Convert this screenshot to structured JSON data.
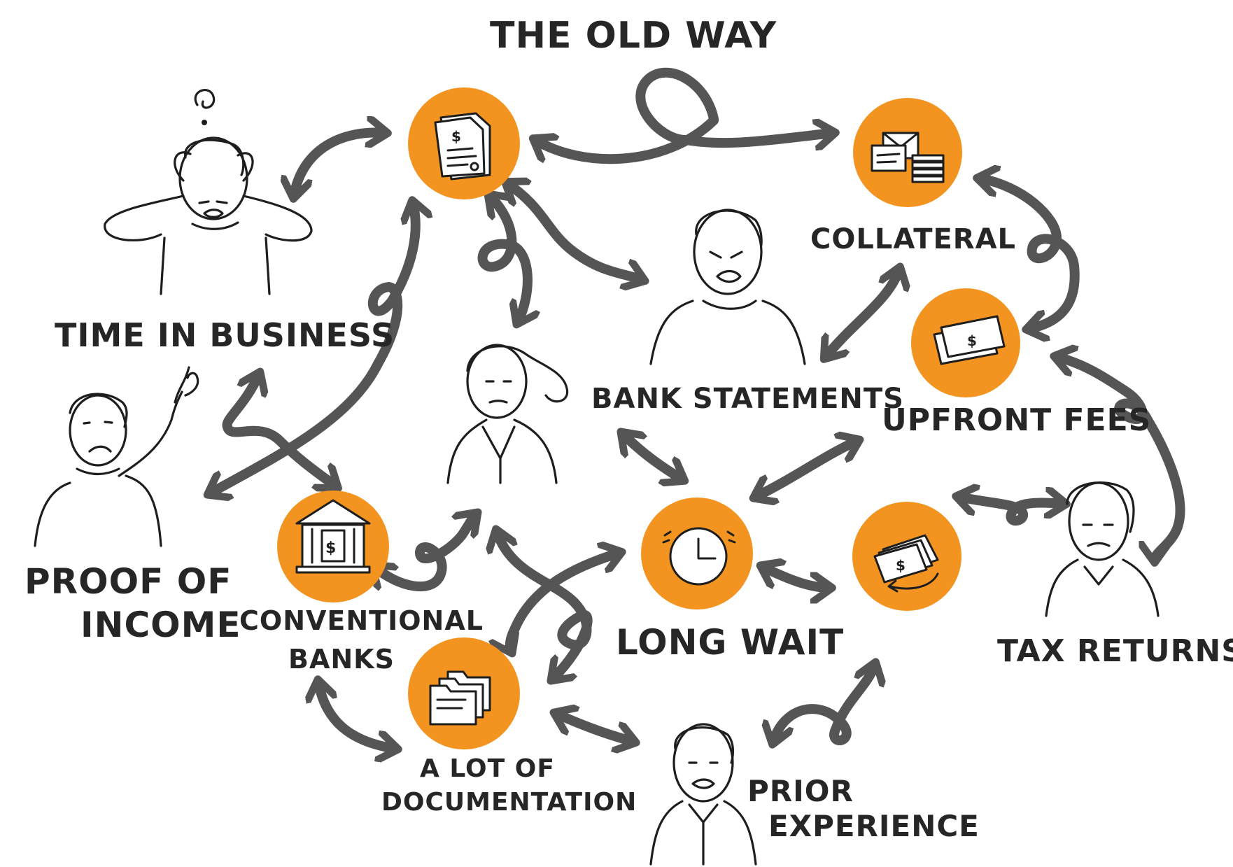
{
  "title": "THE OLD WAY",
  "colors": {
    "accent": "#F39420",
    "arrow": "#555555",
    "ink": "#1e1e1e"
  },
  "nodes": {
    "time_in_business": "TIME IN BUSINESS",
    "proof_of_income_line1": "PROOF OF",
    "proof_of_income_line2": "INCOME",
    "conventional_banks_line1": "CONVENTIONAL",
    "conventional_banks_line2": "BANKS",
    "documentation_line1": "A LOT OF",
    "documentation_line2": "DOCUMENTATION",
    "long_wait": "LONG WAIT",
    "bank_statements": "BANK STATEMENTS",
    "collateral": "COLLATERAL",
    "upfront_fees": "UPFRONT FEES",
    "tax_returns": "TAX RETURNS",
    "prior_experience_line1": "PRIOR",
    "prior_experience_line2": "EXPERIENCE"
  },
  "icons": {
    "invoice": "invoice-document-icon",
    "collateral": "envelope-cash-stack-icon",
    "upfront_fees": "banknotes-icon",
    "bank": "bank-building-icon",
    "clock": "clock-icon",
    "cash_return": "cash-return-icon",
    "folder": "folders-icon"
  }
}
